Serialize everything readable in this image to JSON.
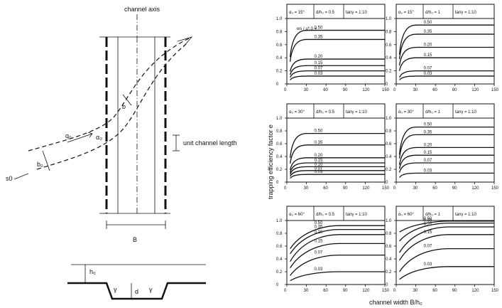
{
  "left_diagram": {
    "channel_axis_label": "channel axis",
    "unit_channel_length_label": "unit channel length",
    "s0_label": "s0",
    "q0_label": "q₀",
    "b0_label": "b₀",
    "a0_label": "α₀",
    "b_label": "b",
    "B_label": "B",
    "h0_label": "h₀",
    "d_label": "d",
    "gamma_label": "γ"
  },
  "y_axis_label": "trapping efficiency factor  e",
  "x_axis_label": "channel width  B/h₀",
  "ws_label": "ws / u*,0 =",
  "x_ticks": [
    "0",
    "30",
    "60",
    "90",
    "120",
    "150"
  ],
  "y_ticks": [
    "0",
    "0.2",
    "0.4",
    "0.6",
    "0.8",
    "1.0"
  ],
  "panels": [
    {
      "alpha": "α₀ = 15°",
      "ratio": "d/h₀ = 0.5",
      "tan": "tanγ = 1:10",
      "curves": [
        {
          "label": "0.50",
          "y": 0.82
        },
        {
          "label": "0.35",
          "y": 0.68
        },
        {
          "label": "0.20",
          "y": 0.38
        },
        {
          "label": "0.15",
          "y": 0.28
        },
        {
          "label": "0.07",
          "y": 0.2
        },
        {
          "label": "0.03",
          "y": 0.12
        }
      ]
    },
    {
      "alpha": "α₀ = 15°",
      "ratio": "d/h₀ = 1",
      "tan": "tanγ = 1:10",
      "curves": [
        {
          "label": "0.50",
          "y": 0.9
        },
        {
          "label": "0.35",
          "y": 0.76
        },
        {
          "label": "0.20",
          "y": 0.56
        },
        {
          "label": "0.15",
          "y": 0.4
        },
        {
          "label": "0.07",
          "y": 0.2
        },
        {
          "label": "0.03",
          "y": 0.12
        }
      ]
    },
    {
      "alpha": "α₀ = 30°",
      "ratio": "d/h₀ = 0.5",
      "tan": "tanγ = 1:10",
      "curves": [
        {
          "label": "0.50",
          "y": 0.76
        },
        {
          "label": "0.35",
          "y": 0.58
        },
        {
          "label": "0.20",
          "y": 0.38
        },
        {
          "label": "0.15",
          "y": 0.3
        },
        {
          "label": "0.10",
          "y": 0.24
        },
        {
          "label": "0.07",
          "y": 0.18
        },
        {
          "label": "0.03",
          "y": 0.12
        }
      ]
    },
    {
      "alpha": "α₀ = 30°",
      "ratio": "d/h₀ = 1",
      "tan": "tanγ = 1:10",
      "curves": [
        {
          "label": "0.50",
          "y": 0.86
        },
        {
          "label": "0.35",
          "y": 0.74
        },
        {
          "label": "0.20",
          "y": 0.54
        },
        {
          "label": "0.15",
          "y": 0.42
        },
        {
          "label": "0.07",
          "y": 0.3
        },
        {
          "label": "0.03",
          "y": 0.14
        }
      ]
    },
    {
      "alpha": "α₀ = 60°",
      "ratio": "d/h₀ = 0.5",
      "tan": "tanγ = 1:10",
      "curves": [
        {
          "label": "0.50",
          "y": 0.92,
          "start": 0.56
        },
        {
          "label": "0.35",
          "y": 0.86,
          "start": 0.48
        },
        {
          "label": "0.20",
          "y": 0.78,
          "start": 0.36
        },
        {
          "label": "0.15",
          "y": 0.64,
          "start": 0.26
        },
        {
          "label": "0.07",
          "y": 0.46,
          "start": 0.14
        },
        {
          "label": "0.03",
          "y": 0.2,
          "start": 0.06
        }
      ]
    },
    {
      "alpha": "α₀ = 60°",
      "ratio": "d/h₀ = 1",
      "tan": "tanγ = 1:10",
      "curves": [
        {
          "label": "0.50",
          "y": 0.99,
          "start": 0.82
        },
        {
          "label": "0.35",
          "y": 0.96,
          "start": 0.68
        },
        {
          "label": "0.20",
          "y": 0.9,
          "start": 0.5
        },
        {
          "label": "0.15",
          "y": 0.78,
          "start": 0.38
        },
        {
          "label": "0.07",
          "y": 0.56,
          "start": 0.2
        },
        {
          "label": "0.03",
          "y": 0.28,
          "start": 0.08
        }
      ]
    }
  ]
}
